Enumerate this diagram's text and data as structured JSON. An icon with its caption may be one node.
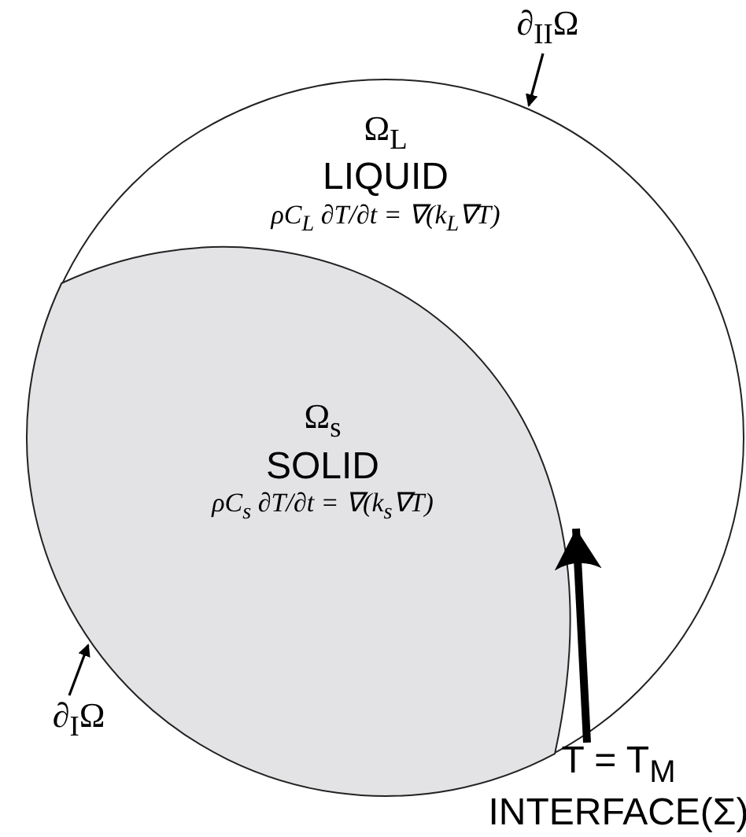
{
  "diagram": {
    "nodes": [
      {
        "text": [
          "Ω$_{L}$",
          "LIQUID",
          "ρC$_{L}$ ∂T/∂t = ∇(k$_{L}$∇T)"
        ]
      },
      {
        "text": [
          "Ω$_{s}$",
          "SOLID",
          "ρC$_{s}$ ∂T/∂t = ∇(k$_{s}$∇T)"
        ],
        "in": 0
      },
      {
        "text": [
          "∂$_{II}$Ω"
        ]
      },
      {
        "text": [
          "∂$_{I}$Ω"
        ]
      },
      {
        "text": [
          "T = T$_{M}$",
          "INTERFACE(Σ)"
        ]
      }
    ],
    "edges": [
      {
        "from": 2,
        "to": 0,
        "arrow": "to"
      },
      {
        "from": 3,
        "to": 1,
        "arrow": "to"
      },
      {
        "from": 4,
        "to": 1,
        "arrow": "to",
        "style": "thick"
      }
    ]
  }
}
